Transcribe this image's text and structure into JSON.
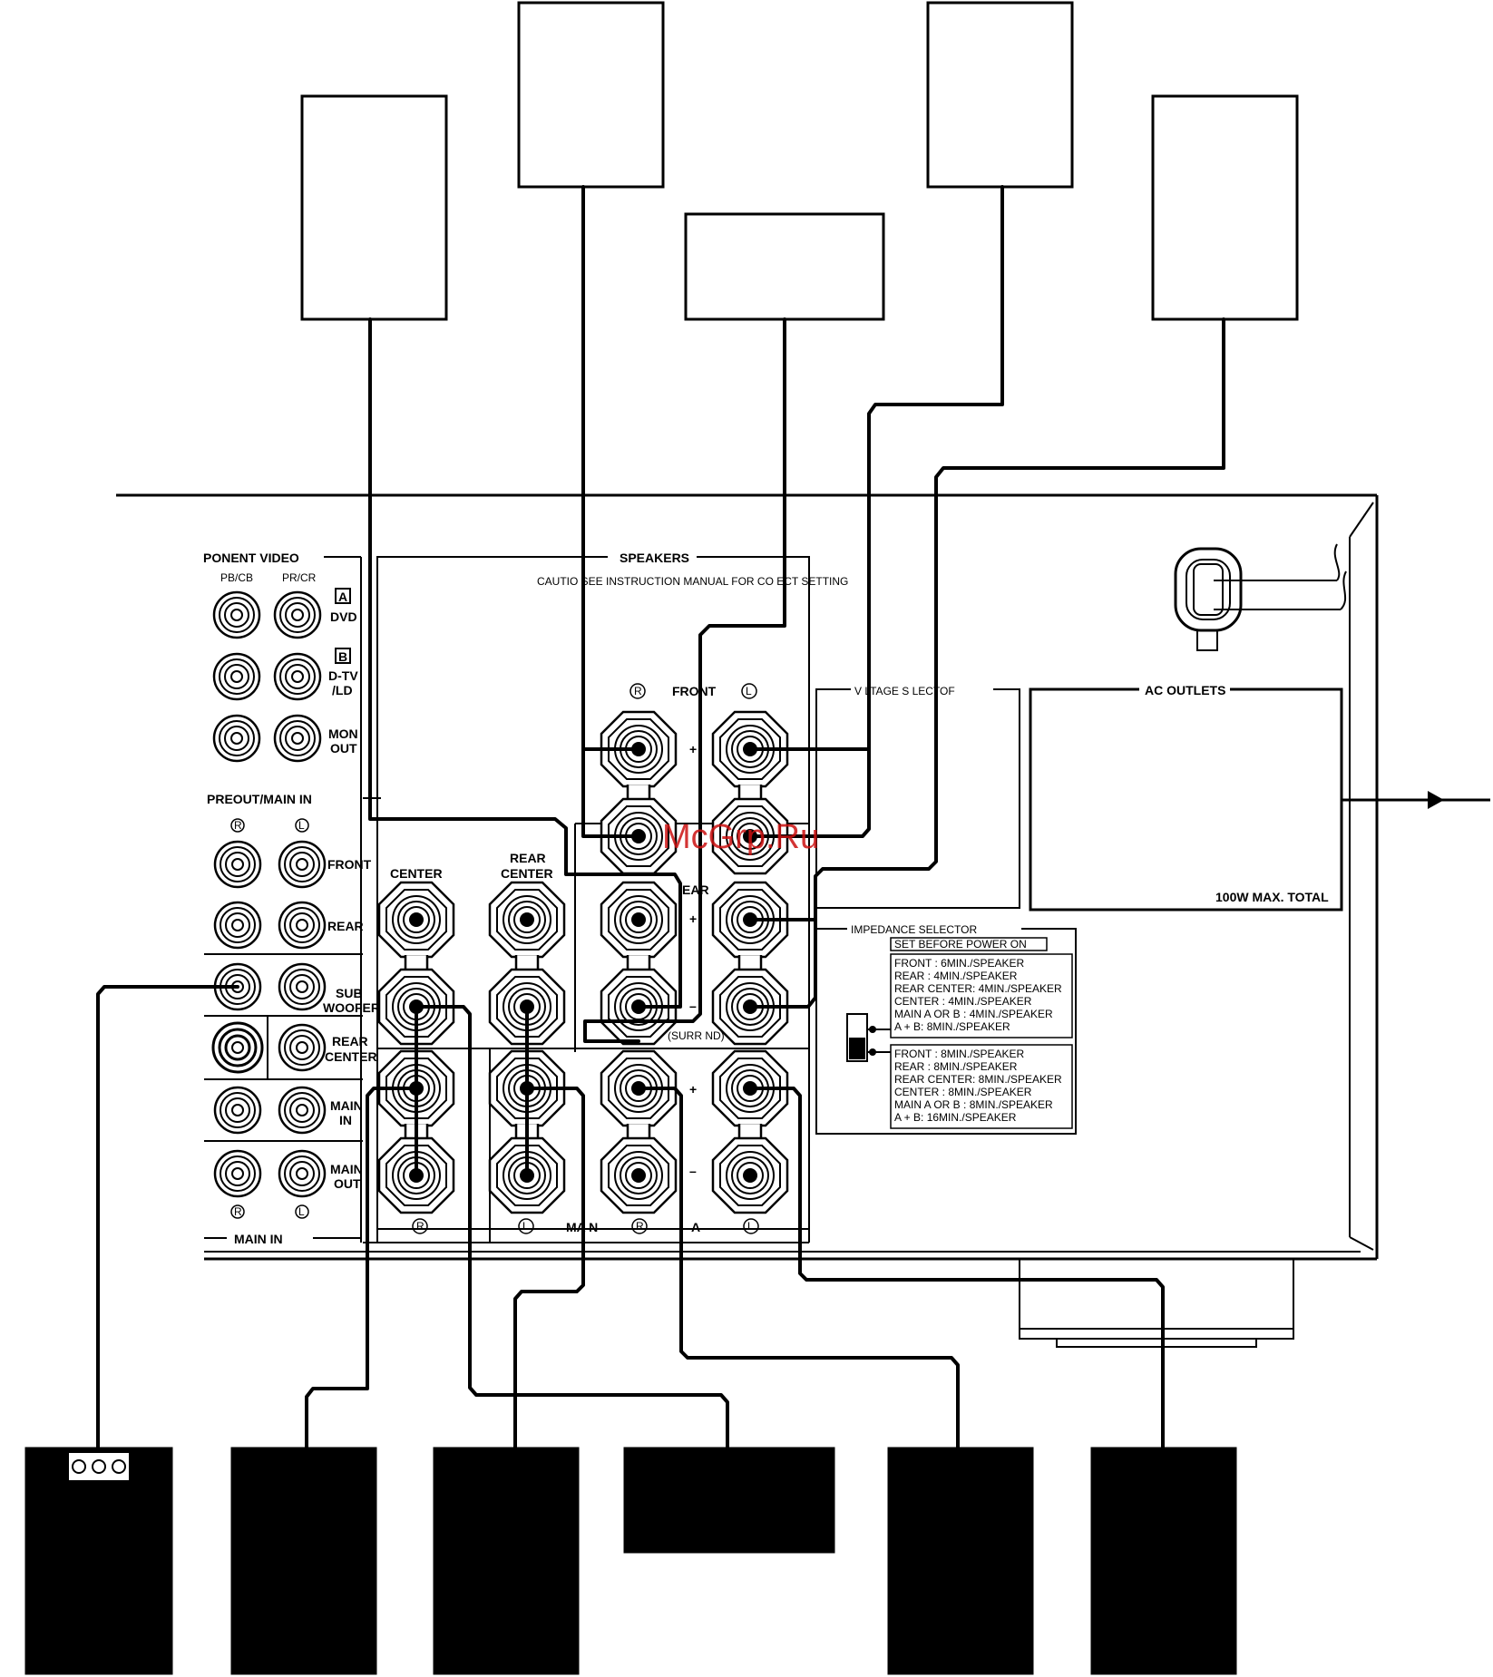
{
  "panel": {
    "component_video": "PONENT VIDEO",
    "pb": "PB/CB",
    "pr": "PR/CR",
    "input_a": "A",
    "dvd": "DVD",
    "input_b": "B",
    "dtv1": "D-TV",
    "dtv2": "/LD",
    "mon1": "MON",
    "mon2": "OUT",
    "preout_main_in": "PREOUT/MAIN IN",
    "right": "R",
    "left": "L",
    "front": "FRONT",
    "rear": "REAR",
    "sub1": "SUB",
    "sub2": "WOOFER",
    "rc1": "REAR",
    "rc2": "CENTER",
    "main_in1": "MAIN",
    "main_in2": "IN",
    "main_out1": "MAIN",
    "main_out2": "OUT",
    "main_in_bottom": "MAIN IN"
  },
  "speakers": {
    "title": "SPEAKERS",
    "caution": "CAUTIO  SEE INSTRUCTION MANUAL FOR CO   ECT SETTING",
    "front": "FRONT",
    "center": "CENTER",
    "rear_center1": "REAR",
    "rear_center2": "CENTER",
    "rear": "EAR",
    "surround": "(SURR  ND)",
    "plus": "+",
    "minus": "–",
    "main": "MA N",
    "a": "A"
  },
  "voltage_selector": "V LTAGE S  LECTOF",
  "ac_outlets": {
    "title": "AC OUTLETS",
    "note": "100W MAX. TOTAL"
  },
  "impedance": {
    "title": "IMPEDANCE SELECTOR",
    "set_before": "SET BEFORE POWER ON",
    "upper": [
      "FRONT         : 6MIN./SPEAKER",
      "REAR          : 4MIN./SPEAKER",
      "REAR CENTER: 4MIN./SPEAKER",
      "CENTER        : 4MIN./SPEAKER",
      "MAIN A OR B : 4MIN./SPEAKER",
      "            A + B: 8MIN./SPEAKER"
    ],
    "lower": [
      "FRONT         : 8MIN./SPEAKER",
      "REAR          : 8MIN./SPEAKER",
      "REAR CENTER: 8MIN./SPEAKER",
      "CENTER        : 8MIN./SPEAKER",
      "MAIN A OR B : 8MIN./SPEAKER",
      "            A + B: 16MIN./SPEAKER"
    ]
  },
  "watermark": "McGrp.Ru"
}
